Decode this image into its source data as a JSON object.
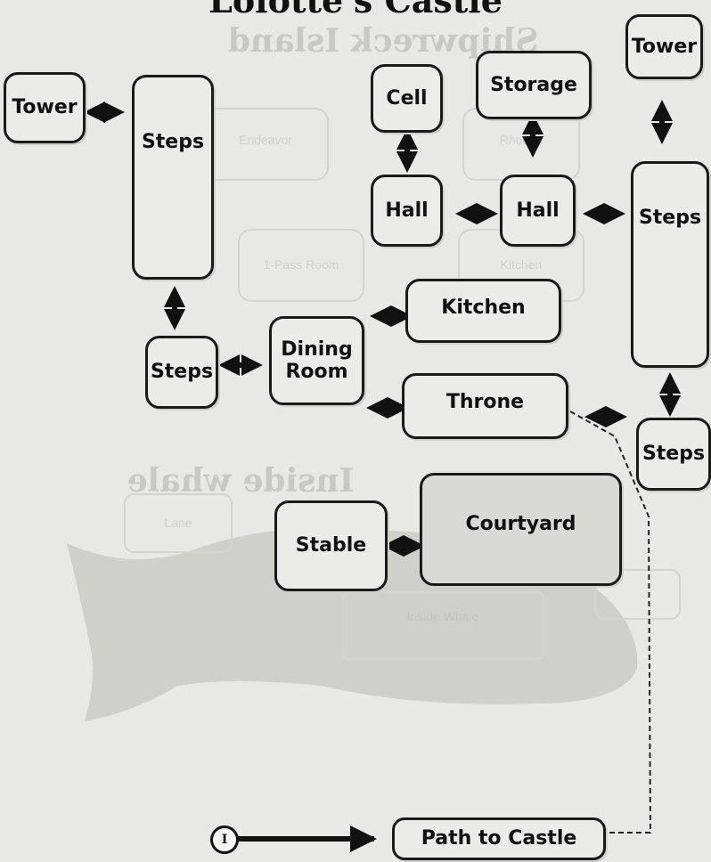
{
  "title": "Lolotte's Castle",
  "rooms": {
    "tower_left": "Tower",
    "steps_left": "Steps",
    "steps_lower": "Steps",
    "dining_room": "Dining\nRoom",
    "cell": "Cell",
    "storage": "Storage",
    "hall_left": "Hall",
    "hall_right": "Hall",
    "tower_right": "Tower",
    "steps_right": "Steps",
    "kitchen": "Kitchen",
    "throne": "Throne",
    "steps_right_lower": "Steps",
    "stable": "Stable",
    "courtyard": "Courtyard",
    "path_to_castle": "Path to Castle"
  },
  "start_marker": "I",
  "ghost_text": {
    "heading_top": "Shipwreck Island",
    "heading_mid": "Inside whale",
    "box_a": "Endeavor",
    "box_b": "Rhodes",
    "box_c": "Inside Whale",
    "box_d": "Kitchen",
    "box_e": "1-Pass Room",
    "box_f": "Lane"
  }
}
